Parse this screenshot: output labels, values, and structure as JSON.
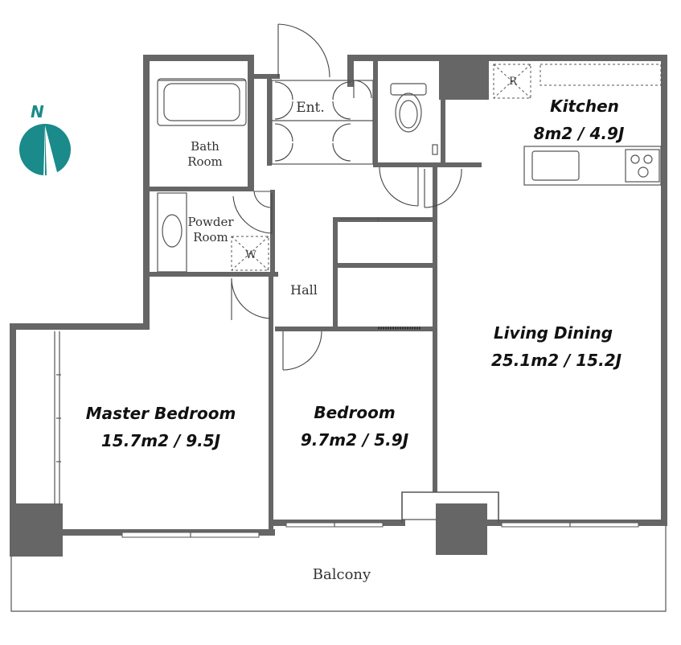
{
  "compass": {
    "label": "N",
    "color": "#1a8a8a"
  },
  "rooms": {
    "kitchen": {
      "name": "Kitchen",
      "area": "8m2 / 4.9J"
    },
    "living": {
      "name": "Living Dining",
      "area": "25.1m2 / 15.2J"
    },
    "master": {
      "name": "Master Bedroom",
      "area": "15.7m2 / 9.5J"
    },
    "bedroom": {
      "name": "Bedroom",
      "area": "9.7m2 / 5.9J"
    },
    "bath": {
      "line1": "Bath",
      "line2": "Room"
    },
    "powder": {
      "line1": "Powder",
      "line2": "Room"
    },
    "entrance": "Ent.",
    "hall": "Hall",
    "balcony": "Balcony",
    "fridge_mark": "R",
    "washer_mark": "W"
  },
  "colors": {
    "wall": "#666666",
    "compass": "#1a8a8a"
  }
}
